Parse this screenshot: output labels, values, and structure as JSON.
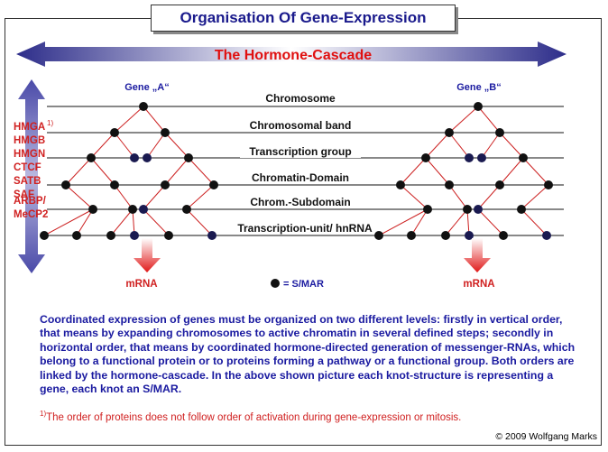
{
  "title": "Organisation Of Gene-Expression",
  "cascade_label": "The Hormone-Cascade",
  "genes": [
    {
      "label": "Gene „A“"
    },
    {
      "label": "Gene „B“"
    }
  ],
  "levels": [
    "Chromosome",
    "Chromosomal band",
    "Transcription group",
    "Chromatin-Domain",
    "Chrom.-Subdomain",
    "Transcription-unit/ hnRNA"
  ],
  "proteins": [
    "HMGA",
    "HMGB",
    "HMGN",
    "CTCF",
    "SATB",
    "SAF",
    "ARBP/",
    "MeCP2"
  ],
  "protein_footnote_mark": "1)",
  "mrna_label": "mRNA",
  "legend_label": "= S/MAR",
  "description": "Coordinated expression of genes must be organized on two different levels: firstly in vertical order, that means by expanding chromosomes to active chromatin in several defined steps; secondly in horizontal order, that means by coordinated hormone-directed generation of messenger-RNAs, which belong to a functional protein or to proteins forming a pathway or a functional group. Both orders are linked by the hormone-cascade. In the above shown picture each knot-structure is representing a gene, each knot an S/MAR.",
  "footnote_mark": "1)",
  "footnote": "The order of proteins does not follow order of activation during gene-expression or mitosis.",
  "copyright": "© 2009 Wolfgang Marks",
  "colors": {
    "title": "#1a1a8c",
    "arrow": "#3a3aa0",
    "cascade": "#e01010",
    "node": "#111111",
    "edge": "#cc2020",
    "text_blue": "#1a1aa0",
    "red": "#d02020"
  }
}
